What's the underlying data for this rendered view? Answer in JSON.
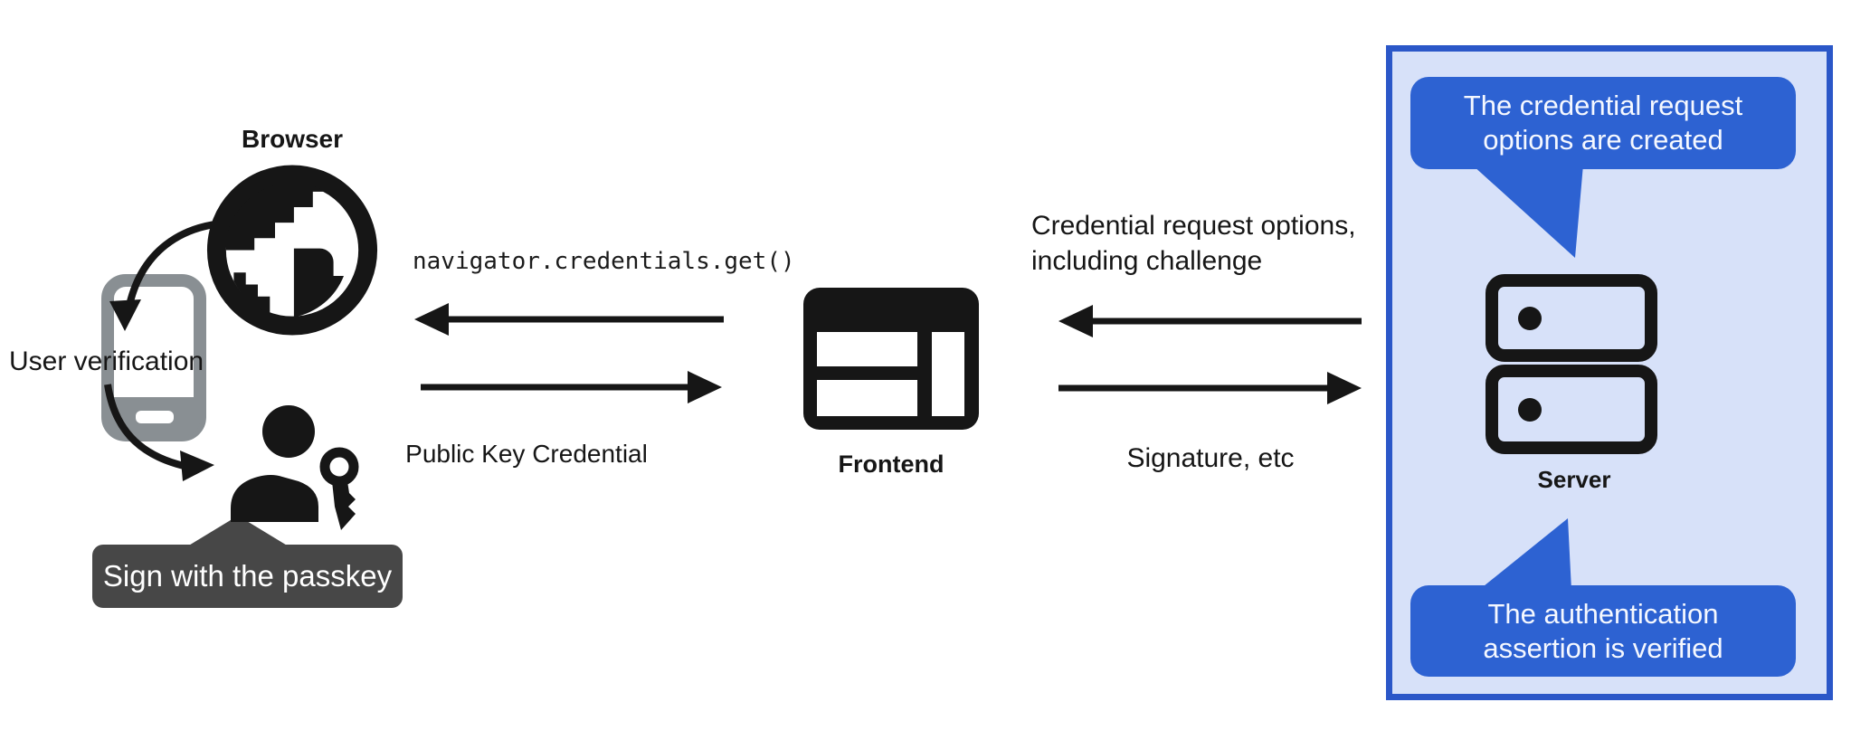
{
  "diagram": {
    "left": {
      "browser_label": "Browser",
      "user_verification_label": "User verification",
      "passkey_tooltip": "Sign with the passkey"
    },
    "middle": {
      "api_call": "navigator.credentials.get()",
      "public_key_credential_label": "Public Key Credential",
      "frontend_label": "Frontend"
    },
    "right": {
      "request_options_line1": "Credential request options,",
      "request_options_line2": "including challenge",
      "signature_label": "Signature, etc"
    },
    "server_panel": {
      "top_callout_line1": "The credential request",
      "top_callout_line2": "options are created",
      "server_label": "Server",
      "bottom_callout_line1": "The authentication",
      "bottom_callout_line2": "assertion is verified"
    },
    "colors": {
      "panel_fill": "#d7e1f9",
      "panel_border": "#2b57c8",
      "callout_blue": "#2d62d2",
      "tooltip_gray": "#474747",
      "phone_gray": "#898f93",
      "ink": "#161616"
    }
  }
}
